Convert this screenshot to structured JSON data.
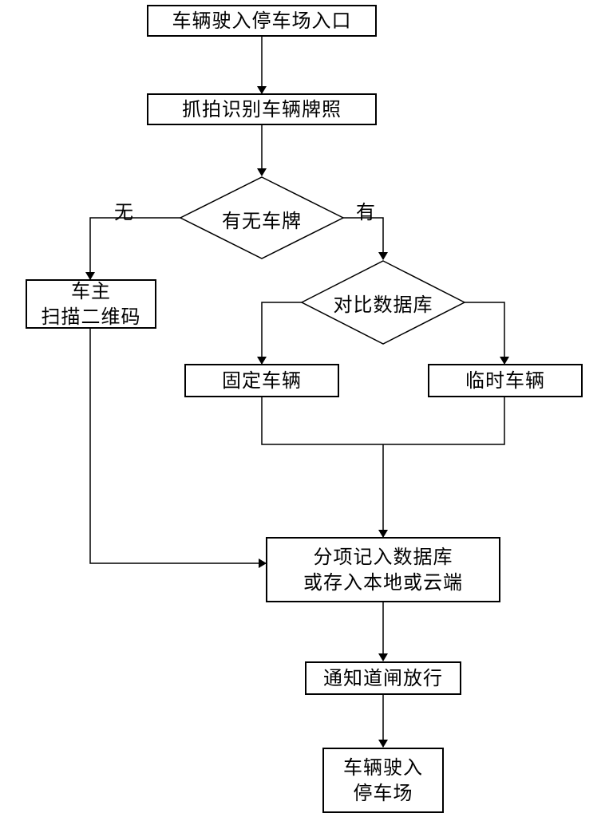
{
  "nodes": {
    "entrance": "车辆驶入停车场入口",
    "capture": "抓拍识别车辆牌照",
    "plate_check": "有无车牌",
    "scan_line1": "车主",
    "scan_line2": "扫描二维码",
    "db_compare": "对比数据库",
    "fixed": "固定车辆",
    "temporary": "临时车辆",
    "record_line1": "分项记入数据库",
    "record_line2": "或存入本地或云端",
    "gate": "通知道闸放行",
    "enter_line1": "车辆驶入",
    "enter_line2": "停车场"
  },
  "edge_labels": {
    "no": "无",
    "yes": "有"
  },
  "colors": {
    "stroke": "#000000",
    "background": "#ffffff"
  }
}
